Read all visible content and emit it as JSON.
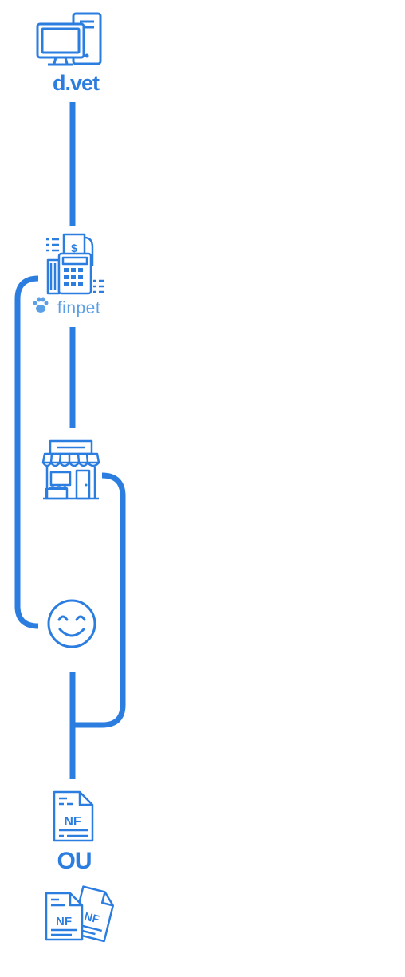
{
  "colors": {
    "primary": "#2b7de0",
    "line": "#2b7de0",
    "finpet_text": "#5b9fe6"
  },
  "nodes": [
    {
      "id": "dvet",
      "icon": "computer-icon",
      "label": "d.vet"
    },
    {
      "id": "finpet",
      "icon": "cash-register-icon",
      "label": "finpet"
    },
    {
      "id": "store",
      "icon": "storefront-icon"
    },
    {
      "id": "customer",
      "icon": "smiley-face-icon"
    },
    {
      "id": "invoice-single",
      "icon": "invoice-icon",
      "label": "NF"
    },
    {
      "id": "invoice-multiple",
      "icon": "multiple-invoices-icon",
      "labels": [
        "NF",
        "NF"
      ]
    }
  ],
  "separator": "OU"
}
